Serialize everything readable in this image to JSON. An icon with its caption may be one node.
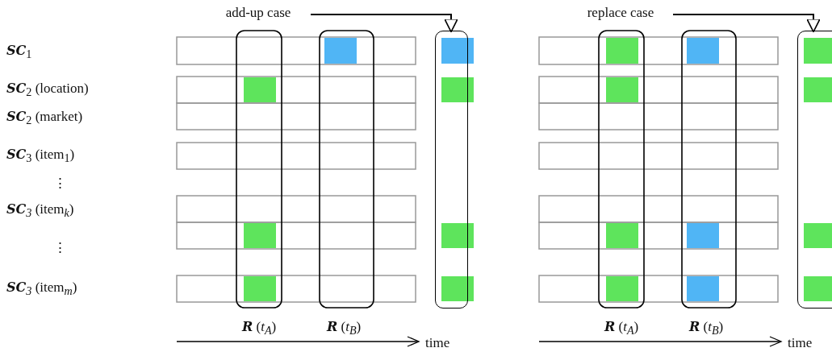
{
  "diagram": {
    "nodes": [
      {
        "text": [
          "add-up case"
        ]
      },
      {
        "text": [],
        "shape": "box"
      },
      {
        "text": [
          "replace case"
        ]
      },
      {
        "text": [],
        "shape": "box"
      }
    ],
    "edges": [
      {
        "from": 0,
        "to": 1,
        "arrow": "to"
      },
      {
        "from": 2,
        "to": 3,
        "arrow": "to"
      }
    ],
    "labels": [
      "**SC**$_{1}$",
      "**SC**$_{2}$ (location)",
      "**SC**$_{2}$ (market)",
      "**SC**$_{3}$ (item$_{1}$)",
      "⋮",
      "**SC**$_{3}$ (item$_{k}$)",
      "⋮",
      "**SC**$_{3}$ (item$_{m}$)",
      "**R** (*t*$_{A}$)",
      "**R** (*t*$_{B}$)",
      "time",
      "**R** (*t*$_{A}$)",
      "**R** (*t*$_{B}$)",
      "time"
    ]
  }
}
